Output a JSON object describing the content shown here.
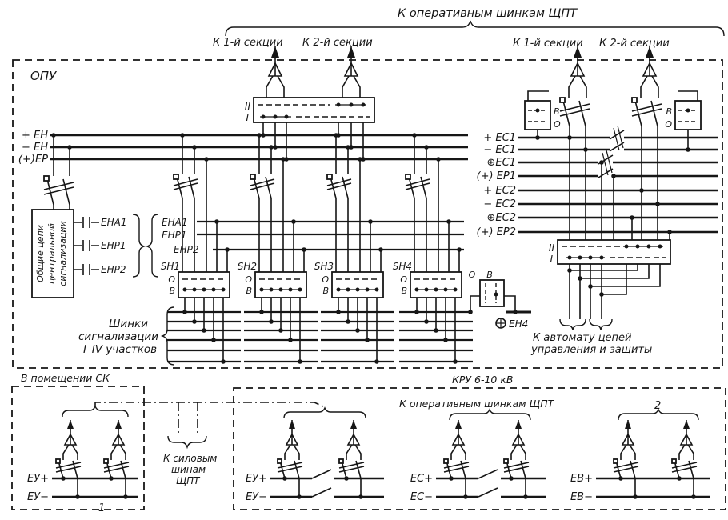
{
  "header": {
    "bus_title": "К оперативным шинкам ЩПТ",
    "section1": "К 1-й секции",
    "section2": "К 2-й секции"
  },
  "regions": {
    "opu": "ОПУ",
    "sk_room": "В помещении СК",
    "kru": "КРУ 6-10 кВ"
  },
  "dc_buses_left": {
    "plus": "+ ЕН",
    "minus": "− ЕН",
    "rail3": "(+)ЕР"
  },
  "dc_buses_right": [
    "+ ЕС1",
    "− ЕС1",
    "⊕ЕС1",
    "(+) ЕР1",
    "+ ЕС2",
    "− ЕС2",
    "⊕ЕС2",
    "(+) ЕР2"
  ],
  "common_box": {
    "line1": "Общие цепи",
    "line2": "центральной",
    "line3": "сигнализации"
  },
  "contact_labels": [
    "ЕНА1",
    "ЕНР1",
    "ЕНР2"
  ],
  "signal_bus_labels": [
    "ЕНА1",
    "ЕНР1",
    "ЕНР2"
  ],
  "sh_panels": {
    "labels": [
      "SH1",
      "SH2",
      "SH3",
      "SH4"
    ],
    "off": "О",
    "on": "В"
  },
  "switch_rows": {
    "row2": "II",
    "row1": "I"
  },
  "signal_note": {
    "line1": "Шинки",
    "line2": "сигнализации",
    "line3": "I–IV участков"
  },
  "ov_box": {
    "off": "О",
    "on": "В"
  },
  "ground_label": "ЕН4",
  "automat_note": {
    "line1": "К автомату цепей",
    "line2": "управления и защиты"
  },
  "cable_note": {
    "line1": "К силовым",
    "line2": "шинам",
    "line3": "ЩПТ"
  },
  "aux_box": {
    "on": "В",
    "off": "О"
  },
  "bottom": {
    "bus_title": "К оперативным шинкам ЩПТ",
    "ey_plus": "ЕУ+",
    "ey_minus": "ЕУ−",
    "es_plus": "ЕС+",
    "es_minus": "ЕС−",
    "eb_plus": "ЕВ+",
    "eb_minus": "ЕВ−",
    "group1": "1",
    "group2": "2"
  }
}
